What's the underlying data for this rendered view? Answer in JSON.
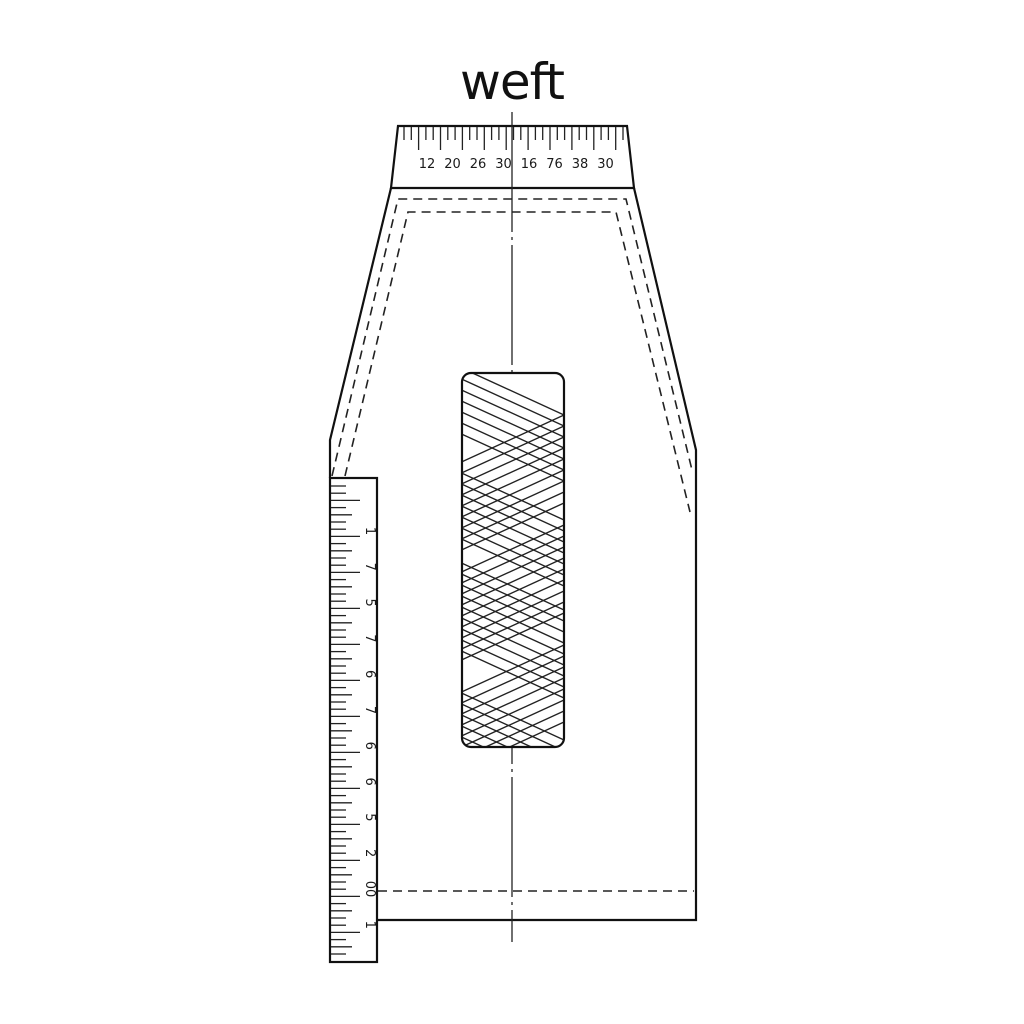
{
  "diagram": {
    "title": "weft",
    "colors": {
      "line": "#111111",
      "background": "#ffffff"
    },
    "top_ruler": {
      "labels": [
        "12",
        "20",
        "26",
        "30",
        "16",
        "76",
        "38",
        "30"
      ]
    },
    "side_ruler": {
      "labels": [
        "1",
        "7",
        "5",
        "7",
        "6",
        "7",
        "6",
        "6",
        "5",
        "2",
        "00",
        "1"
      ]
    },
    "elements": [
      "pattern-outline",
      "center-grain-line",
      "seam-allowance-dashed-lines",
      "hem-line-dashed",
      "crosshatched-panel"
    ]
  }
}
